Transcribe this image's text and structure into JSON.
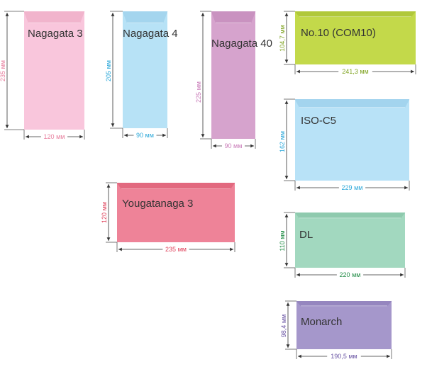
{
  "envelopes": [
    {
      "name": "Nagagata 3",
      "width_label": "120 мм",
      "height_label": "235 мм",
      "fill": "#f9c6dc",
      "flap": "#f1b4cc",
      "label_color": "#e8809f"
    },
    {
      "name": "Nagagata 4",
      "width_label": "90 мм",
      "height_label": "205 мм",
      "fill": "#b7e2f6",
      "flap": "#a4d5ee",
      "label_color": "#2aa7d9"
    },
    {
      "name": "Nagagata 40",
      "width_label": "90 мм",
      "height_label": "225 мм",
      "fill": "#d6a3cd",
      "flap": "#c992c0",
      "label_color": "#c97bb8"
    },
    {
      "name": "No.10 (COM10)",
      "width_label": "241,3 мм",
      "height_label": "104,7 мм",
      "fill": "#c3d94a",
      "flap": "#b0c83a",
      "label_color": "#7ea21f"
    },
    {
      "name": "ISO-C5",
      "width_label": "229 мм",
      "height_label": "162 мм",
      "fill": "#b8e2f7",
      "flap": "#a3d4ee",
      "label_color": "#2aa7d9"
    },
    {
      "name": "Yougatanaga 3",
      "width_label": "235 мм",
      "height_label": "120 мм",
      "fill": "#ee8398",
      "flap": "#e2697f",
      "label_color": "#e0455e"
    },
    {
      "name": "DL",
      "width_label": "220 мм",
      "height_label": "110 мм",
      "fill": "#a2d8bf",
      "flap": "#8fcaae",
      "label_color": "#1e8a43"
    },
    {
      "name": "Monarch",
      "width_label": "190,5 мм",
      "height_label": "98,4 мм",
      "fill": "#a597cb",
      "flap": "#9586bf",
      "label_color": "#6a55a4"
    }
  ]
}
